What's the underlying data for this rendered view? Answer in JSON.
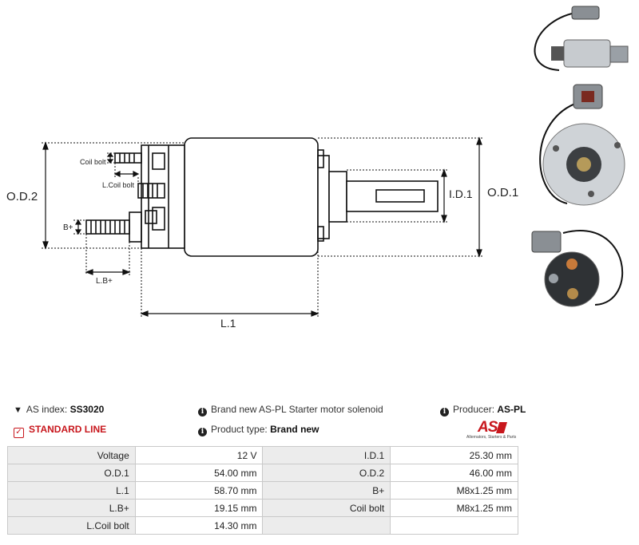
{
  "drawing": {
    "labels": {
      "od2": "O.D.2",
      "od1": "O.D.1",
      "id1": "I.D.1",
      "l1": "L.1",
      "lb_plus": "L.B+",
      "b_plus": "B+",
      "coil_bolt": "Coil bolt",
      "l_coil_bolt": "L.Coil bolt"
    }
  },
  "info": {
    "as_index_label": "AS index:",
    "as_index_value": "SS3020",
    "standard_line": "STANDARD LINE",
    "description": "Brand new AS-PL Starter motor solenoid",
    "product_type_label": "Product type:",
    "product_type_value": "Brand new",
    "producer_label": "Producer:",
    "producer_value": "AS-PL",
    "logo_mark": "AS",
    "logo_sub": "Alternators, Starters & Parts"
  },
  "specs": [
    [
      "Voltage",
      "12 V",
      "I.D.1",
      "25.30 mm"
    ],
    [
      "O.D.1",
      "54.00 mm",
      "O.D.2",
      "46.00 mm"
    ],
    [
      "L.1",
      "58.70 mm",
      "B+",
      "M8x1.25 mm"
    ],
    [
      "L.B+",
      "19.15 mm",
      "Coil bolt",
      "M8x1.25 mm"
    ],
    [
      "L.Coil bolt",
      "14.30 mm",
      "",
      ""
    ]
  ],
  "colors": {
    "brand_red": "#c8171d",
    "label_bg": "#ececec",
    "border": "#c9c9c9"
  }
}
